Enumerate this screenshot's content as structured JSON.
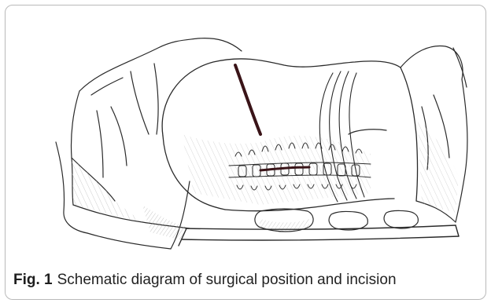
{
  "figure": {
    "label": "Fig. 1",
    "caption": "Schematic diagram of surgical position and incision",
    "illustration": "pencil-sketch"
  },
  "colors": {
    "frame_border": "#b9b9b9",
    "pencil": "#2a2a2a",
    "shading": "#8a8a8a",
    "incision": "#3a1418",
    "caption_text": "#222222"
  }
}
